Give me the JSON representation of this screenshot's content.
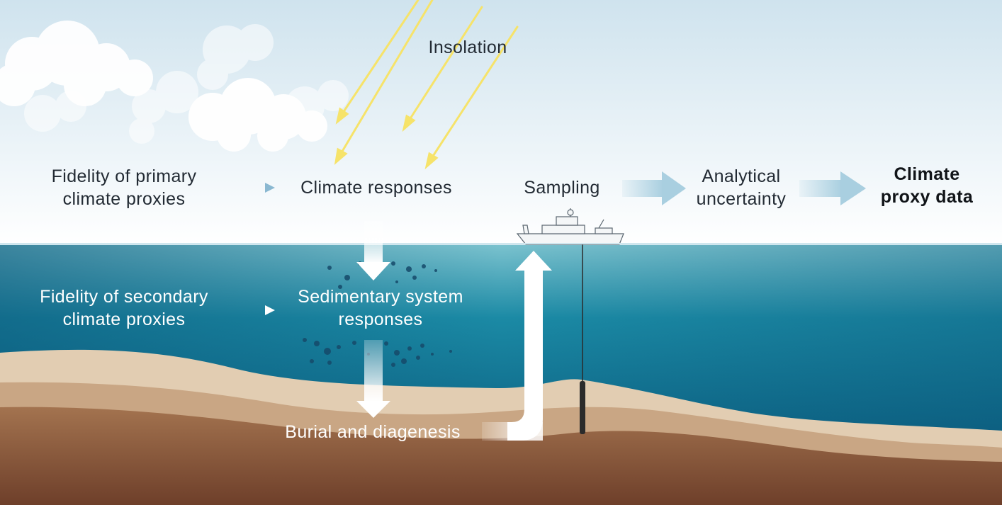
{
  "labels": {
    "insolation": "Insolation",
    "primary_proxies": [
      "Fidelity of primary",
      "climate proxies"
    ],
    "climate_responses": "Climate responses",
    "sampling": "Sampling",
    "analytical_uncertainty": [
      "Analytical",
      "uncertainty"
    ],
    "climate_proxy_data": [
      "Climate",
      "proxy data"
    ],
    "secondary_proxies": [
      "Fidelity of secondary",
      "climate proxies"
    ],
    "sedimentary_responses": [
      "Sedimentary system",
      "responses"
    ],
    "burial_diagenesis": "Burial and diagenesis"
  },
  "colors": {
    "sky_top": "#cfe3ee",
    "sky_bottom": "#ffffff",
    "water_top": "#7cc3cf",
    "water_mid": "#1b8aa5",
    "water_deep": "#0b5e80",
    "sand_light": "#e2cdb2",
    "sand_mid": "#c9a684",
    "sediment_dark": "#7a4a32",
    "sun_ray": "#f6e36a",
    "flow_arrow": "#a9cfe0"
  }
}
